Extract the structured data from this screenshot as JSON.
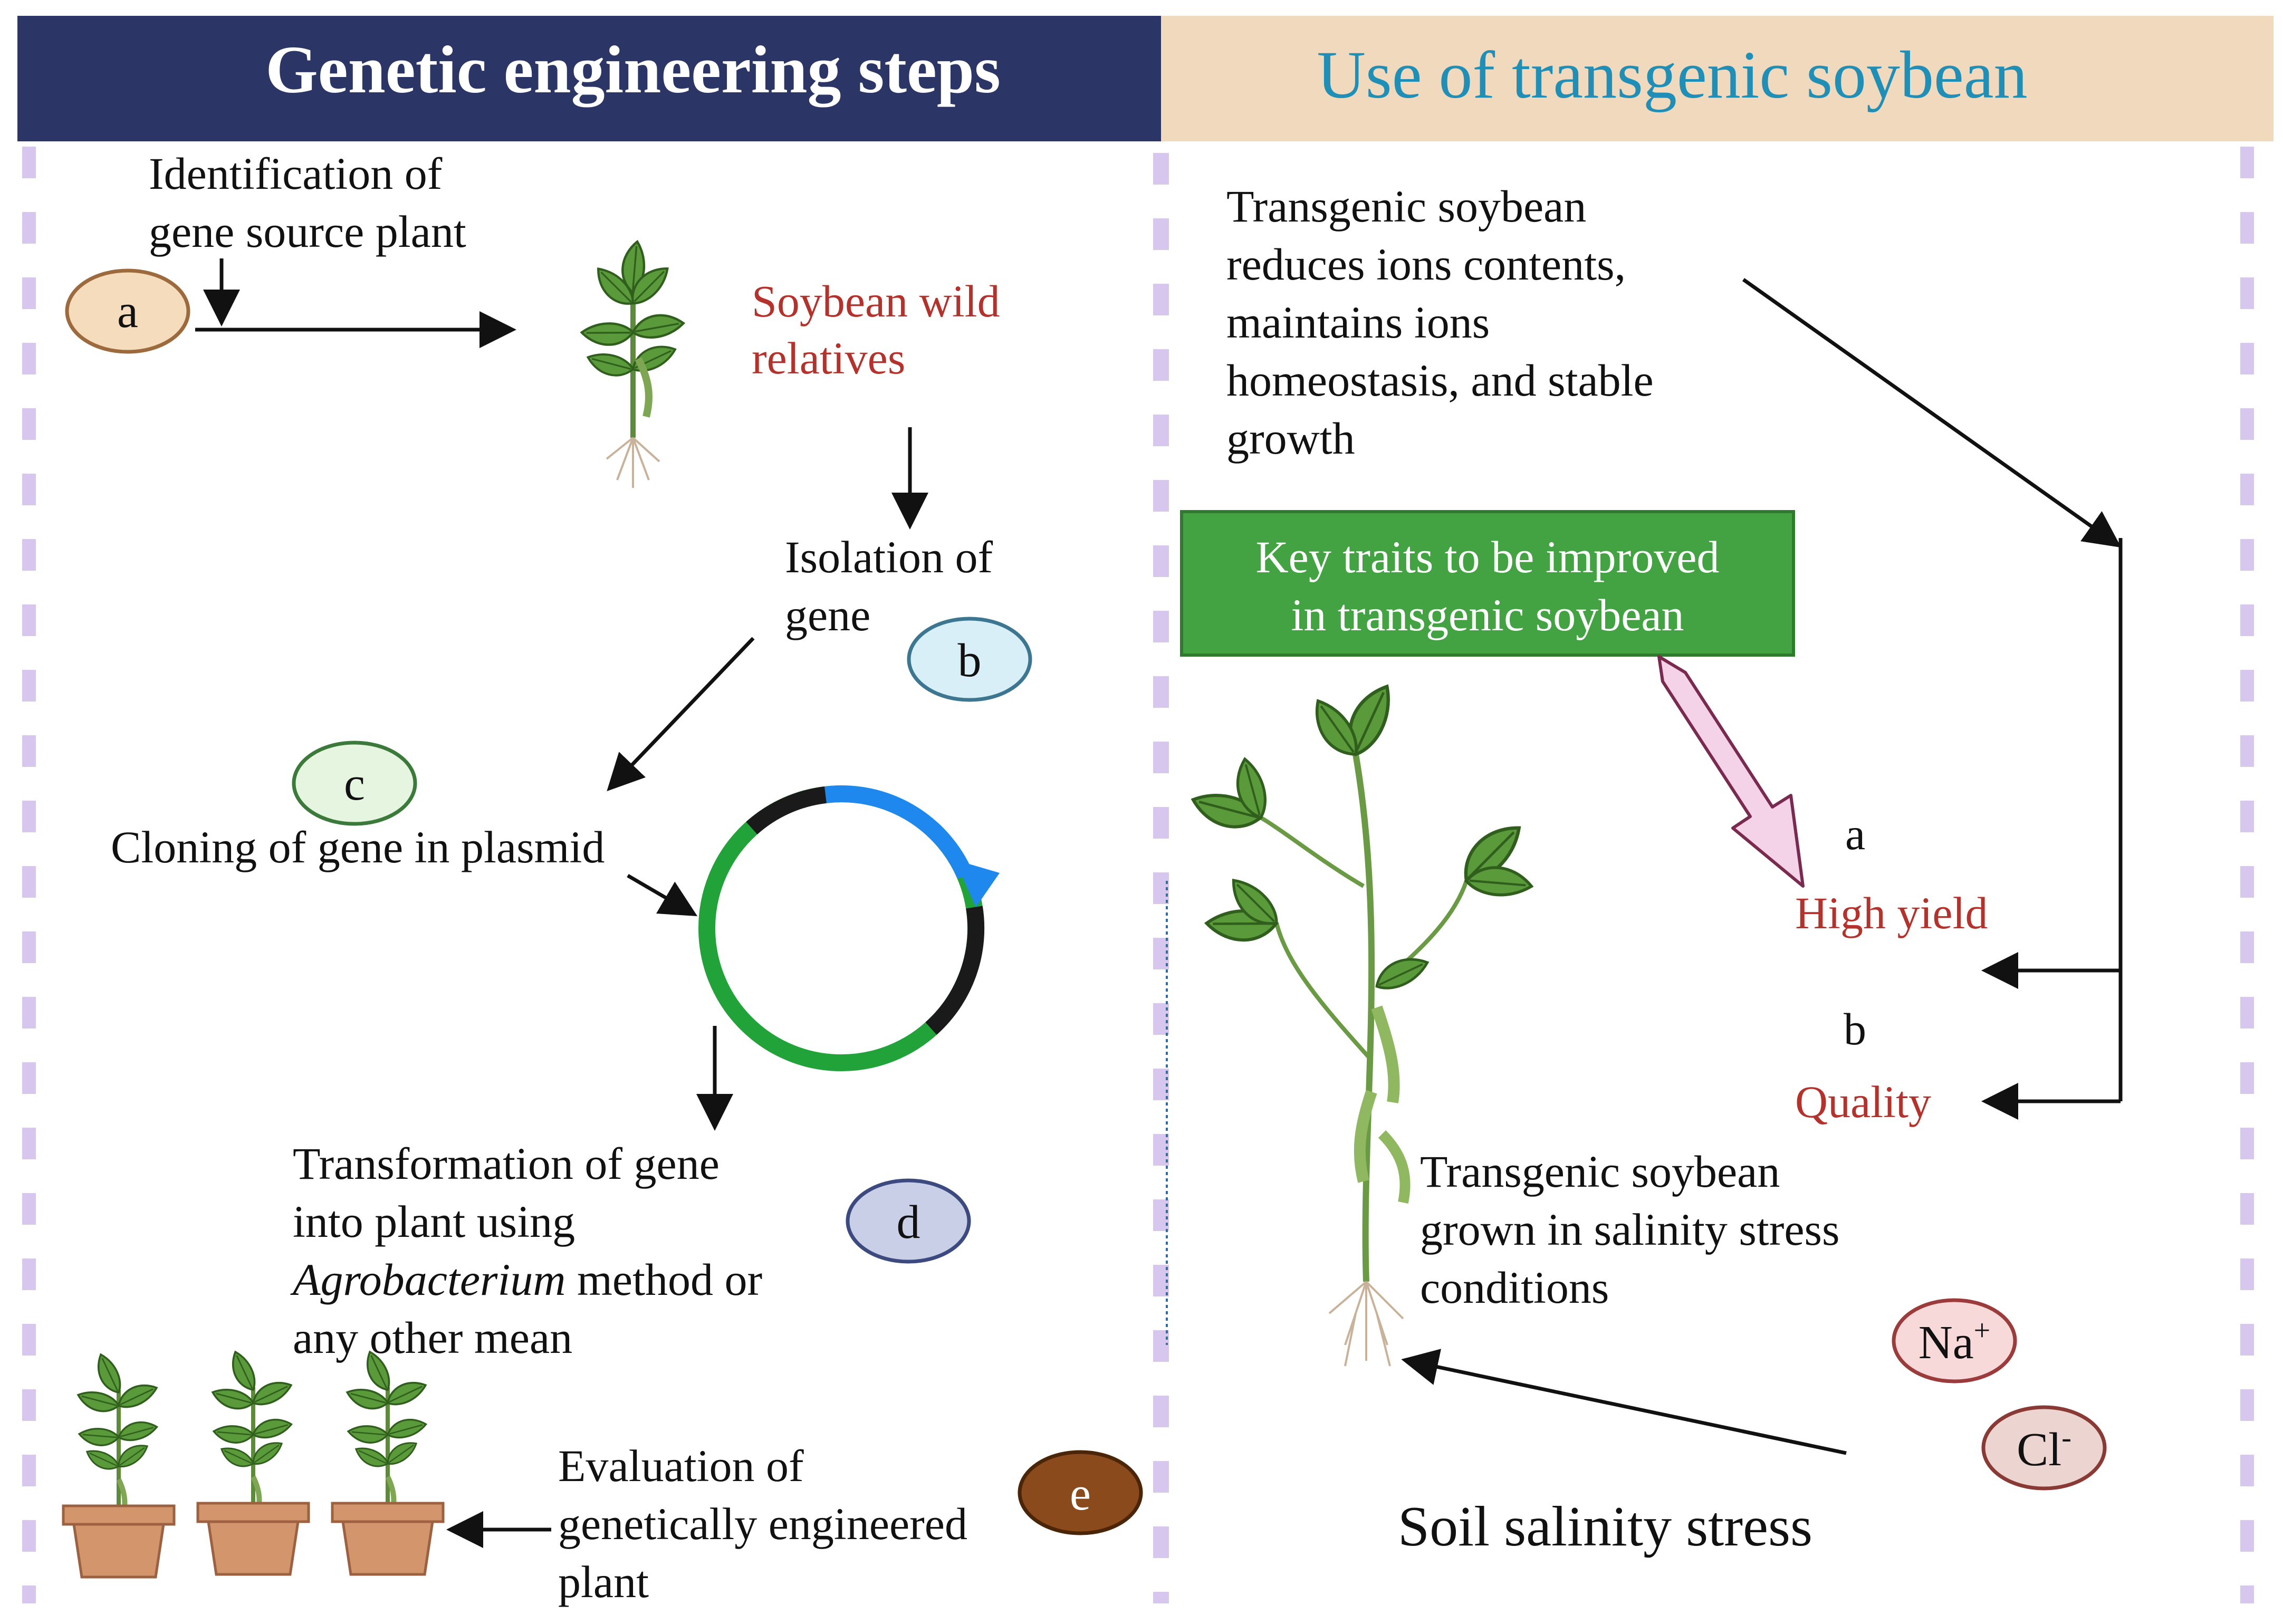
{
  "colors": {
    "left_header_bg": "#2b3566",
    "left_header_text": "#ffffff",
    "right_header_bg": "#f0d9bc",
    "right_header_text": "#1f8fb8",
    "dash": "#d7c6ee",
    "red_text": "#b5312b",
    "key_box_bg": "#43a343",
    "key_box_border": "#2f7a2f",
    "key_box_text": "#ffffff",
    "pink_arrow_fill": "#f4d3e8",
    "pink_arrow_stroke": "#7a2a4e"
  },
  "left": {
    "header": "Genetic engineering  steps",
    "step_a": {
      "badge": "a",
      "line1": "Identification of",
      "line2": "gene source plant"
    },
    "wild": {
      "line1": "Soybean wild",
      "line2": "relatives"
    },
    "step_b": {
      "badge": "b",
      "line1": "Isolation of",
      "line2": "gene"
    },
    "step_c": {
      "badge": "c",
      "text": "Cloning of gene in plasmid"
    },
    "step_d": {
      "badge": "d",
      "line1": "Transformation of gene",
      "line2": "into plant using",
      "line3_italic": "Agrobacterium",
      "line3_rest": " method or",
      "line4": "any other mean"
    },
    "step_e": {
      "badge": "e",
      "line1": "Evaluation of",
      "line2": "genetically engineered",
      "line3": "plant"
    }
  },
  "right": {
    "header": "Use of transgenic soybean",
    "desc": [
      "Transgenic soybean",
      "reduces ions contents,",
      "maintains ions",
      "homeostasis, and stable",
      "growth"
    ],
    "key_box": {
      "line1": "Key traits to be improved",
      "line2": "in transgenic soybean"
    },
    "trait_a": {
      "letter": "a",
      "label": "High yield"
    },
    "trait_b": {
      "letter": "b",
      "label": "Quality"
    },
    "plant_caption": [
      "Transgenic soybean",
      "grown in salinity stress",
      "conditions"
    ],
    "ion_na": {
      "base": "Na",
      "sup": "+"
    },
    "ion_cl": {
      "base": "Cl",
      "sup": "-"
    },
    "soil": "Soil salinity stress"
  }
}
